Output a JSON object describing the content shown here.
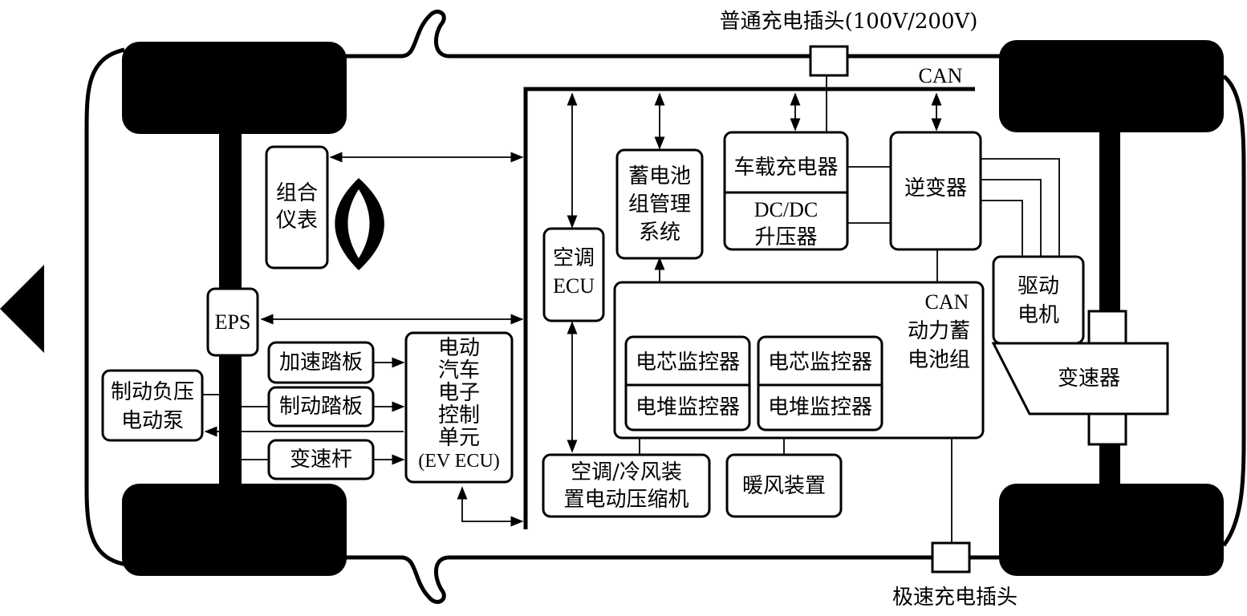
{
  "labels": {
    "normal_plug": "普通充电插头(100V/200V)",
    "can_top": "CAN",
    "cluster_l1": "组合",
    "cluster_l2": "仪表",
    "bms_l1": "蓄电池",
    "bms_l2": "组管理",
    "bms_l3": "系统",
    "charger": "车载充电器",
    "dcdc_l1": "DC/DC",
    "dcdc_l2": "升压器",
    "inverter": "逆变器",
    "ac_ecu_l1": "空调",
    "ac_ecu_l2": "ECU",
    "eps": "EPS",
    "can_inner": "CAN",
    "pack_l1": "动力蓄",
    "pack_l2": "电池组",
    "cell_mon": "电芯监控器",
    "stack_mon": "电堆监控器",
    "motor_l1": "驱动",
    "motor_l2": "电机",
    "transmission": "变速器",
    "accel_pedal": "加速踏板",
    "brake_pedal": "制动踏板",
    "shift_lever": "变速杆",
    "vacuum_pump_l1": "制动负压",
    "vacuum_pump_l2": "电动泵",
    "ev_ecu_l1": "电动",
    "ev_ecu_l2": "汽车",
    "ev_ecu_l3": "电子",
    "ev_ecu_l4": "控制",
    "ev_ecu_l5": "单元",
    "ev_ecu_l6": "(EV ECU)",
    "compressor_l1": "空调/冷风装",
    "compressor_l2": "置电动压缩机",
    "heater": "暖风装置",
    "fast_plug": "极速充电插头"
  }
}
